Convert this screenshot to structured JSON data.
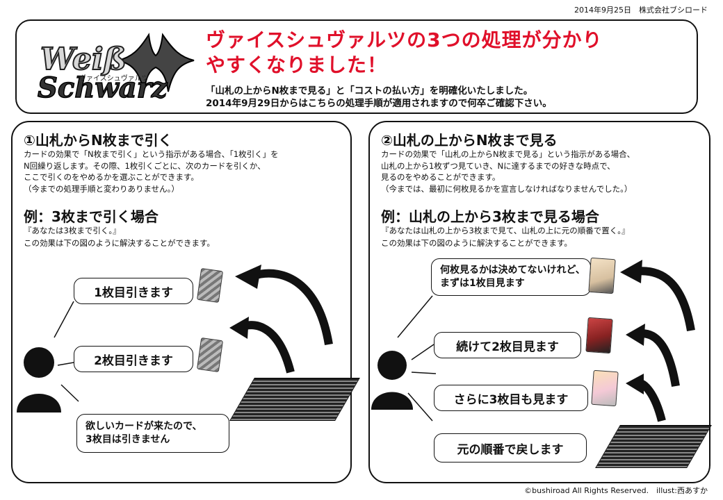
{
  "date_publisher": "2014年9月25日　株式会社ブシロード",
  "header": {
    "logo_text": "Weiß Schwarz ヴァイスシュヴァルツ",
    "headline_line1": "ヴァイスシュヴァルツの3つの処理が分かり",
    "headline_line2": "やすくなりました！",
    "sub_line1": "「山札の上からN枚まで見る」と「コストの払い方」を明確化いたしました。",
    "sub_line2": "2014年9月29日からはこちらの処理手順が適用されますので何卒ご確認下さい。"
  },
  "left": {
    "title": "①山札からN枚まで引く",
    "desc": [
      "カードの効果で「N枚まで引く」という指示がある場合、「1枚引く」を",
      "N回繰り返します。その際、1枚引くごとに、次のカードを引くか、",
      "ここで引くのをやめるかを選ぶことができます。",
      "（今までの処理手順と変わりありません。）"
    ],
    "example_title": "例：3枚まで引く場合",
    "example_quote": "『あなたは3枚まで引く。』",
    "example_note": "この効果は下の図のように解決することができます。",
    "bubbles": [
      {
        "text": "1枚目引きます"
      },
      {
        "text": "2枚目引きます"
      },
      {
        "line1": "欲しいカードが来たので、",
        "line2": "3枚目は引きません"
      }
    ]
  },
  "right": {
    "title": "②山札の上からN枚まで見る",
    "desc": [
      "カードの効果で「山札の上からN枚まで見る」という指示がある場合、",
      "山札の上から1枚ずつ見ていき、Nに達するまでの好きな時点で、",
      "見るのをやめることができます。",
      "（今までは、最初に何枚見るかを宣言しなければなりませんでした。）"
    ],
    "example_title": "例：山札の上から3枚まで見る場合",
    "example_quote": "『あなたは山札の上から3枚まで見て、山札の上に元の順番で置く。』",
    "example_note": "この効果は下の図のように解決することができます。",
    "bubbles": [
      {
        "line1": "何枚見るかは決めてないけれど、",
        "line2": "まずは1枚目見ます"
      },
      {
        "text": "続けて2枚目見ます"
      },
      {
        "text": "さらに3枚目も見ます"
      },
      {
        "text": "元の順番で戻します"
      }
    ]
  },
  "footer": "©bushiroad All Rights Reserved.　illust:西あすか",
  "colors": {
    "headline": "#e0102a",
    "ink": "#111111"
  }
}
